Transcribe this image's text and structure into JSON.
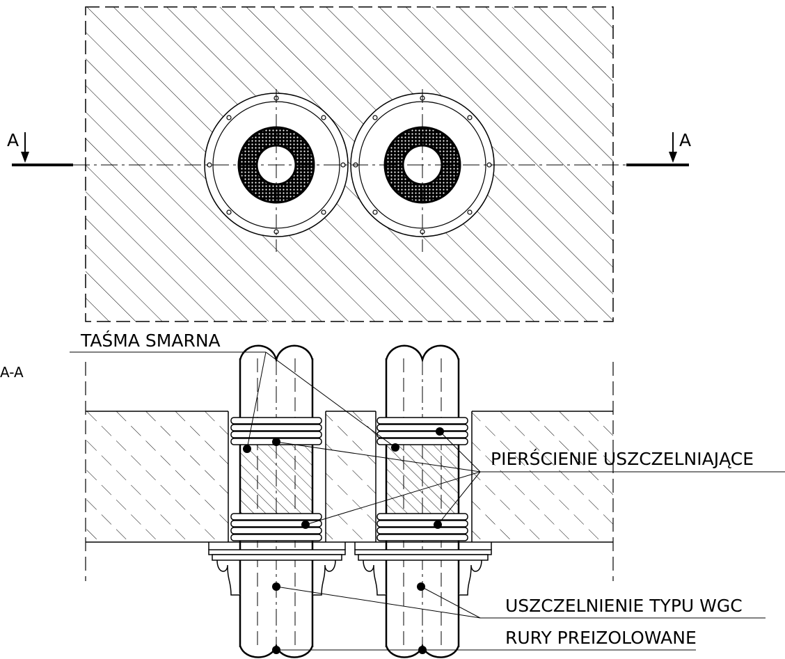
{
  "section_marker": "A",
  "section_title": "A-A",
  "labels": {
    "tasma": "TAŚMA SMARNA",
    "pierscienie": "PIERŚCIENIE USZCZELNIAJĄCE",
    "uszczelnienie": "USZCZELNIENIE TYPU WGC",
    "rury": "RURY PREIZOLOWANE"
  },
  "colors": {
    "line": "#000000",
    "background": "#ffffff"
  }
}
